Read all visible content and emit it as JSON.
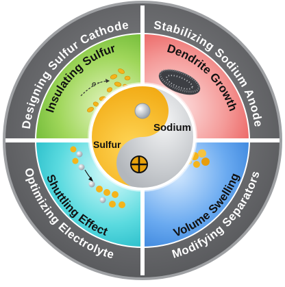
{
  "outer_ring": {
    "top_left": "Designing Sulfur Cathode",
    "top_right": "Stabilizing Sodium Anode",
    "bottom_left": "Optimizing Electrolyte",
    "bottom_right": "Modifying Separators"
  },
  "quadrants": {
    "top_left": "Insulating Sulfur",
    "top_right": "Dendrite Growth",
    "bottom_left": "Shuttling Effect",
    "bottom_right": "Volume Swelling"
  },
  "center": {
    "sodium": "Sodium",
    "sulfur": "Sulfur",
    "electron": "e⁻"
  },
  "colors": {
    "ring": "#6d6e70",
    "green": "#7ec63f",
    "red": "#ef6b6a",
    "cyan": "#2ec8d2",
    "blue": "#3d8fe4",
    "gold": "#f6b81c",
    "silver": "#cfd2d6"
  }
}
